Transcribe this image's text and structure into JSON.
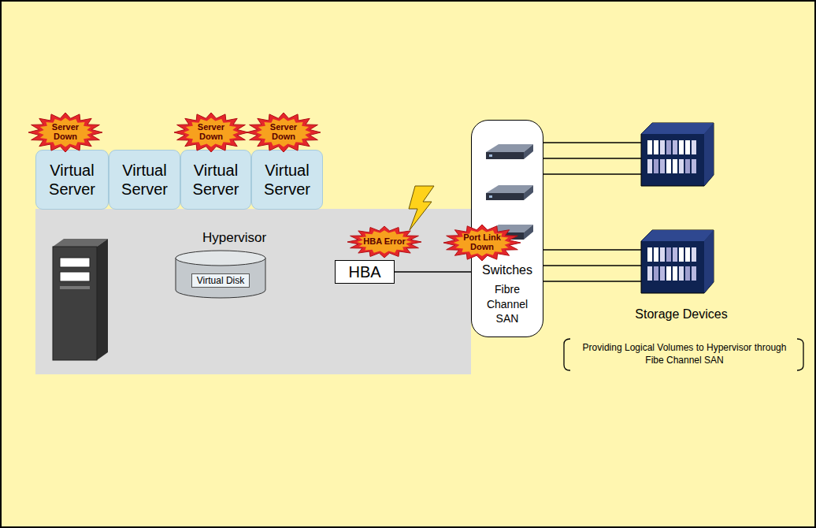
{
  "diagram": {
    "nodes": [
      {
        "text": [
          "Server Down"
        ]
      },
      {
        "text": [
          "Server Down"
        ]
      },
      {
        "text": [
          "Server Down"
        ]
      },
      {
        "text": [
          "Virtual Server"
        ]
      },
      {
        "text": [
          "Virtual Server"
        ]
      },
      {
        "text": [
          "Virtual Server"
        ]
      },
      {
        "text": [
          "Virtual Server"
        ]
      },
      {
        "text": [
          "Hypervisor"
        ]
      },
      {
        "text": [
          "Virtual Disk"
        ],
        "in": 7
      },
      {
        "text": [
          "HBA"
        ],
        "in": 7
      },
      {
        "text": [
          "HBA Error"
        ]
      },
      {
        "text": [
          "Port Link Down"
        ]
      },
      {
        "text": [
          "Switches",
          "Fibre Channel SAN"
        ]
      }
    ],
    "edges": [
      {
        "from": 9,
        "to": 12,
        "arrow": "none"
      }
    ],
    "labels": [
      "Storage Devices",
      "Providing Logical Volumes to Hypervisor through Fibe Channel SAN"
    ]
  }
}
